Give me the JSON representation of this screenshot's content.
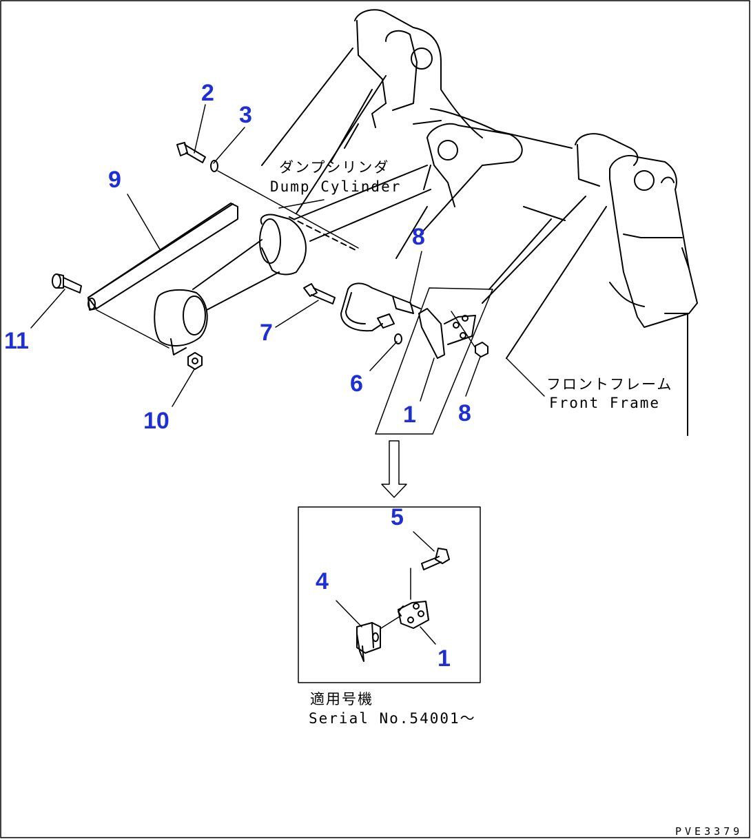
{
  "callouts": {
    "c1_upper": "1",
    "c1_inset": "1",
    "c2": "2",
    "c3": "3",
    "c4": "4",
    "c5": "5",
    "c6": "6",
    "c7": "7",
    "c8_upper": "8",
    "c8_lower": "8",
    "c9": "9",
    "c10": "10",
    "c11": "11"
  },
  "labels": {
    "dump_cylinder_jp": "ダンプシリンダ",
    "dump_cylinder_en": "Dump Cylinder",
    "front_frame_jp": "フロントフレーム",
    "front_frame_en": "Front Frame",
    "serial_jp": "適用号機",
    "serial_en": "Serial No.54001〜"
  },
  "drawing_code": "PVE3379",
  "callout_color": "#1f2fd6"
}
